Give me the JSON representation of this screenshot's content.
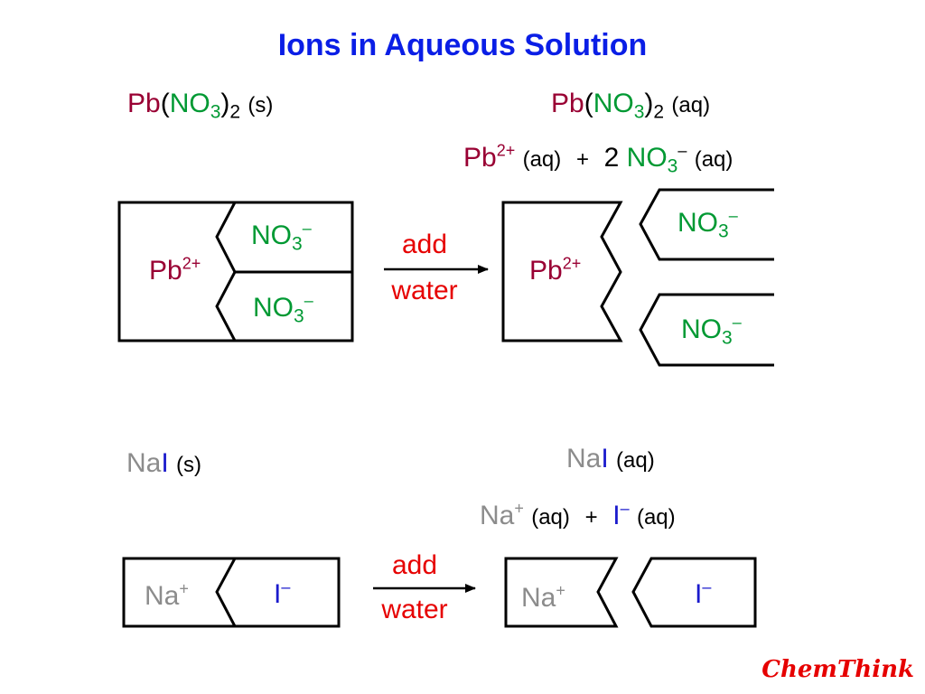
{
  "title": "Ions in Aqueous Solution",
  "colors": {
    "title": "#0a1ee6",
    "lead_ion": "#990033",
    "nitrate_ion": "#009933",
    "add_water": "#e60000",
    "sodium_ion": "#8c8c8c",
    "iodide_ion": "#1a1acc",
    "text": "#000000"
  },
  "top": {
    "solid_formula": {
      "cation": "Pb",
      "anion": "NO",
      "anion_sub": "3",
      "group_sub": "2",
      "state": "(s)"
    },
    "aqueous_formula": {
      "cation": "Pb",
      "anion": "NO",
      "anion_sub": "3",
      "group_sub": "2",
      "state": "(aq)"
    },
    "equation": {
      "cation": "Pb",
      "cation_charge": "2+",
      "cation_state": "(aq)",
      "plus": "+",
      "coefficient": "2",
      "anion": "NO",
      "anion_sub": "3",
      "anion_charge": "–",
      "anion_state": "(aq)"
    },
    "solid_box": {
      "cation": "Pb",
      "cation_charge": "2+",
      "anions": [
        {
          "symbol": "NO",
          "sub": "3",
          "charge": "–"
        },
        {
          "symbol": "NO",
          "sub": "3",
          "charge": "–"
        }
      ]
    },
    "arrow": {
      "line1": "add",
      "line2": "water"
    },
    "dissolved": {
      "cation": "Pb",
      "cation_charge": "2+",
      "anions": [
        {
          "symbol": "NO",
          "sub": "3",
          "charge": "–"
        },
        {
          "symbol": "NO",
          "sub": "3",
          "charge": "–"
        }
      ]
    }
  },
  "bottom": {
    "solid_formula": {
      "cation": "Na",
      "anion": "I",
      "state": "(s)"
    },
    "aqueous_formula": {
      "cation": "Na",
      "anion": "I",
      "state": "(aq)"
    },
    "equation": {
      "cation": "Na",
      "cation_charge": "+",
      "cation_state": "(aq)",
      "plus": "+",
      "anion": "I",
      "anion_charge": "–",
      "anion_state": "(aq)"
    },
    "solid_box": {
      "cation": "Na",
      "cation_charge": "+",
      "anion": "I",
      "anion_charge": "–"
    },
    "arrow": {
      "line1": "add",
      "line2": "water"
    },
    "dissolved": {
      "cation": "Na",
      "cation_charge": "+",
      "anion": "I",
      "anion_charge": "–"
    }
  },
  "logo": "ChemThink"
}
